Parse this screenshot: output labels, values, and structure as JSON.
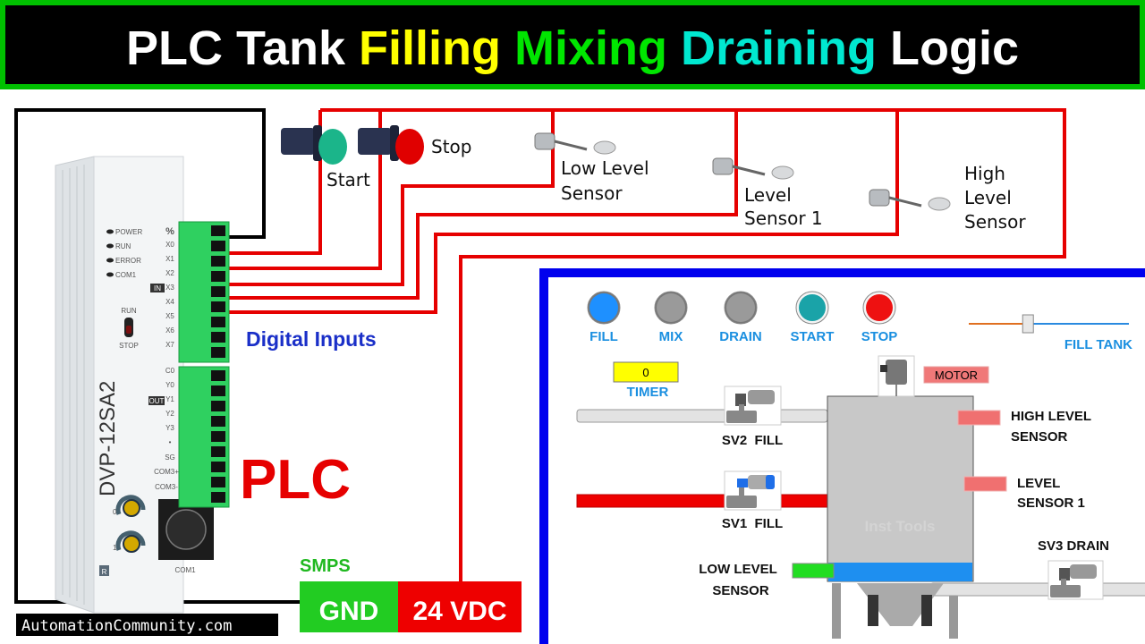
{
  "title": {
    "words": [
      "PLC Tank",
      "Filling",
      "Mixing",
      "Draining",
      "Logic"
    ],
    "colors": [
      "#ffffff",
      "#ffff00",
      "#00e600",
      "#00e8d0",
      "#ffffff"
    ],
    "background": "#000000",
    "border_color": "#00c000"
  },
  "field_devices": {
    "start_button": "Start",
    "stop_button": "Stop",
    "low_level_sensor": [
      "Low Level",
      "Sensor"
    ],
    "level_sensor_1": [
      "Level",
      "Sensor 1"
    ],
    "high_level_sensor": [
      "High",
      "Level",
      "Sensor"
    ],
    "wire_color": "#e60000"
  },
  "plc": {
    "model": "DVP-12SA2",
    "leds": [
      "POWER",
      "RUN",
      "ERROR",
      "COM1"
    ],
    "input_terminals": [
      "%",
      "X0",
      "X1",
      "X2",
      "X3",
      "X4",
      "X5",
      "X6",
      "X7"
    ],
    "in_badge": "IN",
    "output_terminals": [
      "C0",
      "Y0",
      "Y1",
      "Y2",
      "Y3",
      "•",
      "SG",
      "COM3+",
      "COM3-"
    ],
    "out_badge": "OUT",
    "switch_labels": [
      "RUN",
      "STOP"
    ],
    "pot_labels": [
      "0",
      "1"
    ],
    "port_label": "COM1",
    "mark": "R",
    "caption": "PLC",
    "digital_inputs_label": "Digital Inputs"
  },
  "smps": {
    "label": "SMPS",
    "gnd": "GND",
    "vdc": "24 VDC"
  },
  "website": "AutomationCommunity.com",
  "hmi": {
    "border_color": "#0000ee",
    "lamps": [
      {
        "label": "FILL",
        "state": "on",
        "color": "#1e90ff"
      },
      {
        "label": "MIX",
        "state": "off",
        "color": "#9a9a9a"
      },
      {
        "label": "DRAIN",
        "state": "off",
        "color": "#9a9a9a"
      },
      {
        "label": "START",
        "state": "button",
        "color": "#1aa3a8"
      },
      {
        "label": "STOP",
        "state": "button",
        "color": "#ee1111"
      }
    ],
    "slider": {
      "label": "FILL TANK",
      "value": 0.37
    },
    "timer": {
      "value": "0",
      "label": "TIMER"
    },
    "motor": "MOTOR",
    "valves": {
      "sv2": "SV2  FILL",
      "sv1": "SV1  FILL",
      "sv3": "SV3 DRAIN"
    },
    "sensors": {
      "high": [
        "HIGH LEVEL",
        "SENSOR"
      ],
      "level1": [
        "LEVEL",
        "SENSOR 1"
      ],
      "low": [
        "LOW LEVEL",
        "SENSOR"
      ]
    },
    "tank_level": 0.1,
    "watermark": "Inst Tools"
  }
}
